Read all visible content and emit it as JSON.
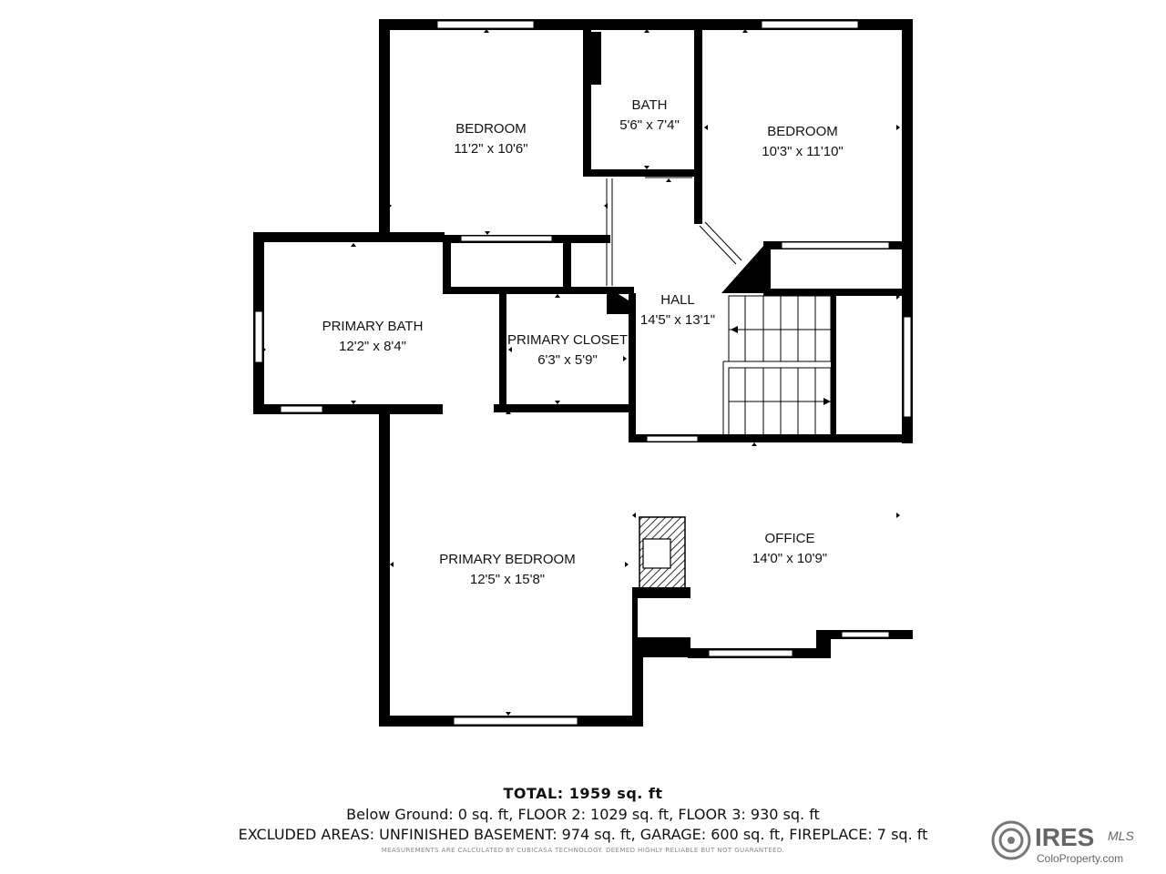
{
  "rooms": [
    {
      "id": "bedroom-1",
      "name": "BEDROOM",
      "dims": "11'2\" x 10'6\""
    },
    {
      "id": "bath",
      "name": "BATH",
      "dims": "5'6\" x 7'4\""
    },
    {
      "id": "bedroom-2",
      "name": "BEDROOM",
      "dims": "10'3\" x 11'10\""
    },
    {
      "id": "primary-bath",
      "name": "PRIMARY BATH",
      "dims": "12'2\" x 8'4\""
    },
    {
      "id": "primary-closet",
      "name": "PRIMARY CLOSET",
      "dims": "6'3\" x 5'9\""
    },
    {
      "id": "hall",
      "name": "HALL",
      "dims": "14'5\" x 13'1\""
    },
    {
      "id": "primary-bedroom",
      "name": "PRIMARY BEDROOM",
      "dims": "12'5\" x 15'8\""
    },
    {
      "id": "office",
      "name": "OFFICE",
      "dims": "14'0\" x 10'9\""
    }
  ],
  "footer": {
    "total": "TOTAL: 1959 sq. ft",
    "areas": "Below Ground: 0 sq. ft, FLOOR 2: 1029 sq. ft, FLOOR 3: 930 sq. ft",
    "excluded": "EXCLUDED AREAS: UNFINISHED BASEMENT: 974 sq. ft, GARAGE: 600 sq. ft, FIREPLACE: 7 sq. ft",
    "disclaimer": "MEASUREMENTS ARE CALCULATED BY CUBICASA TECHNOLOGY. DEEMED HIGHLY RELIABLE BUT NOT GUARANTEED."
  },
  "logo": {
    "brand": "IRES",
    "script": "MLS",
    "url": "ColoProperty.com"
  },
  "colors": {
    "wall": "#000000",
    "window": "#ffffff",
    "fireplace_hatch": "#000000"
  }
}
